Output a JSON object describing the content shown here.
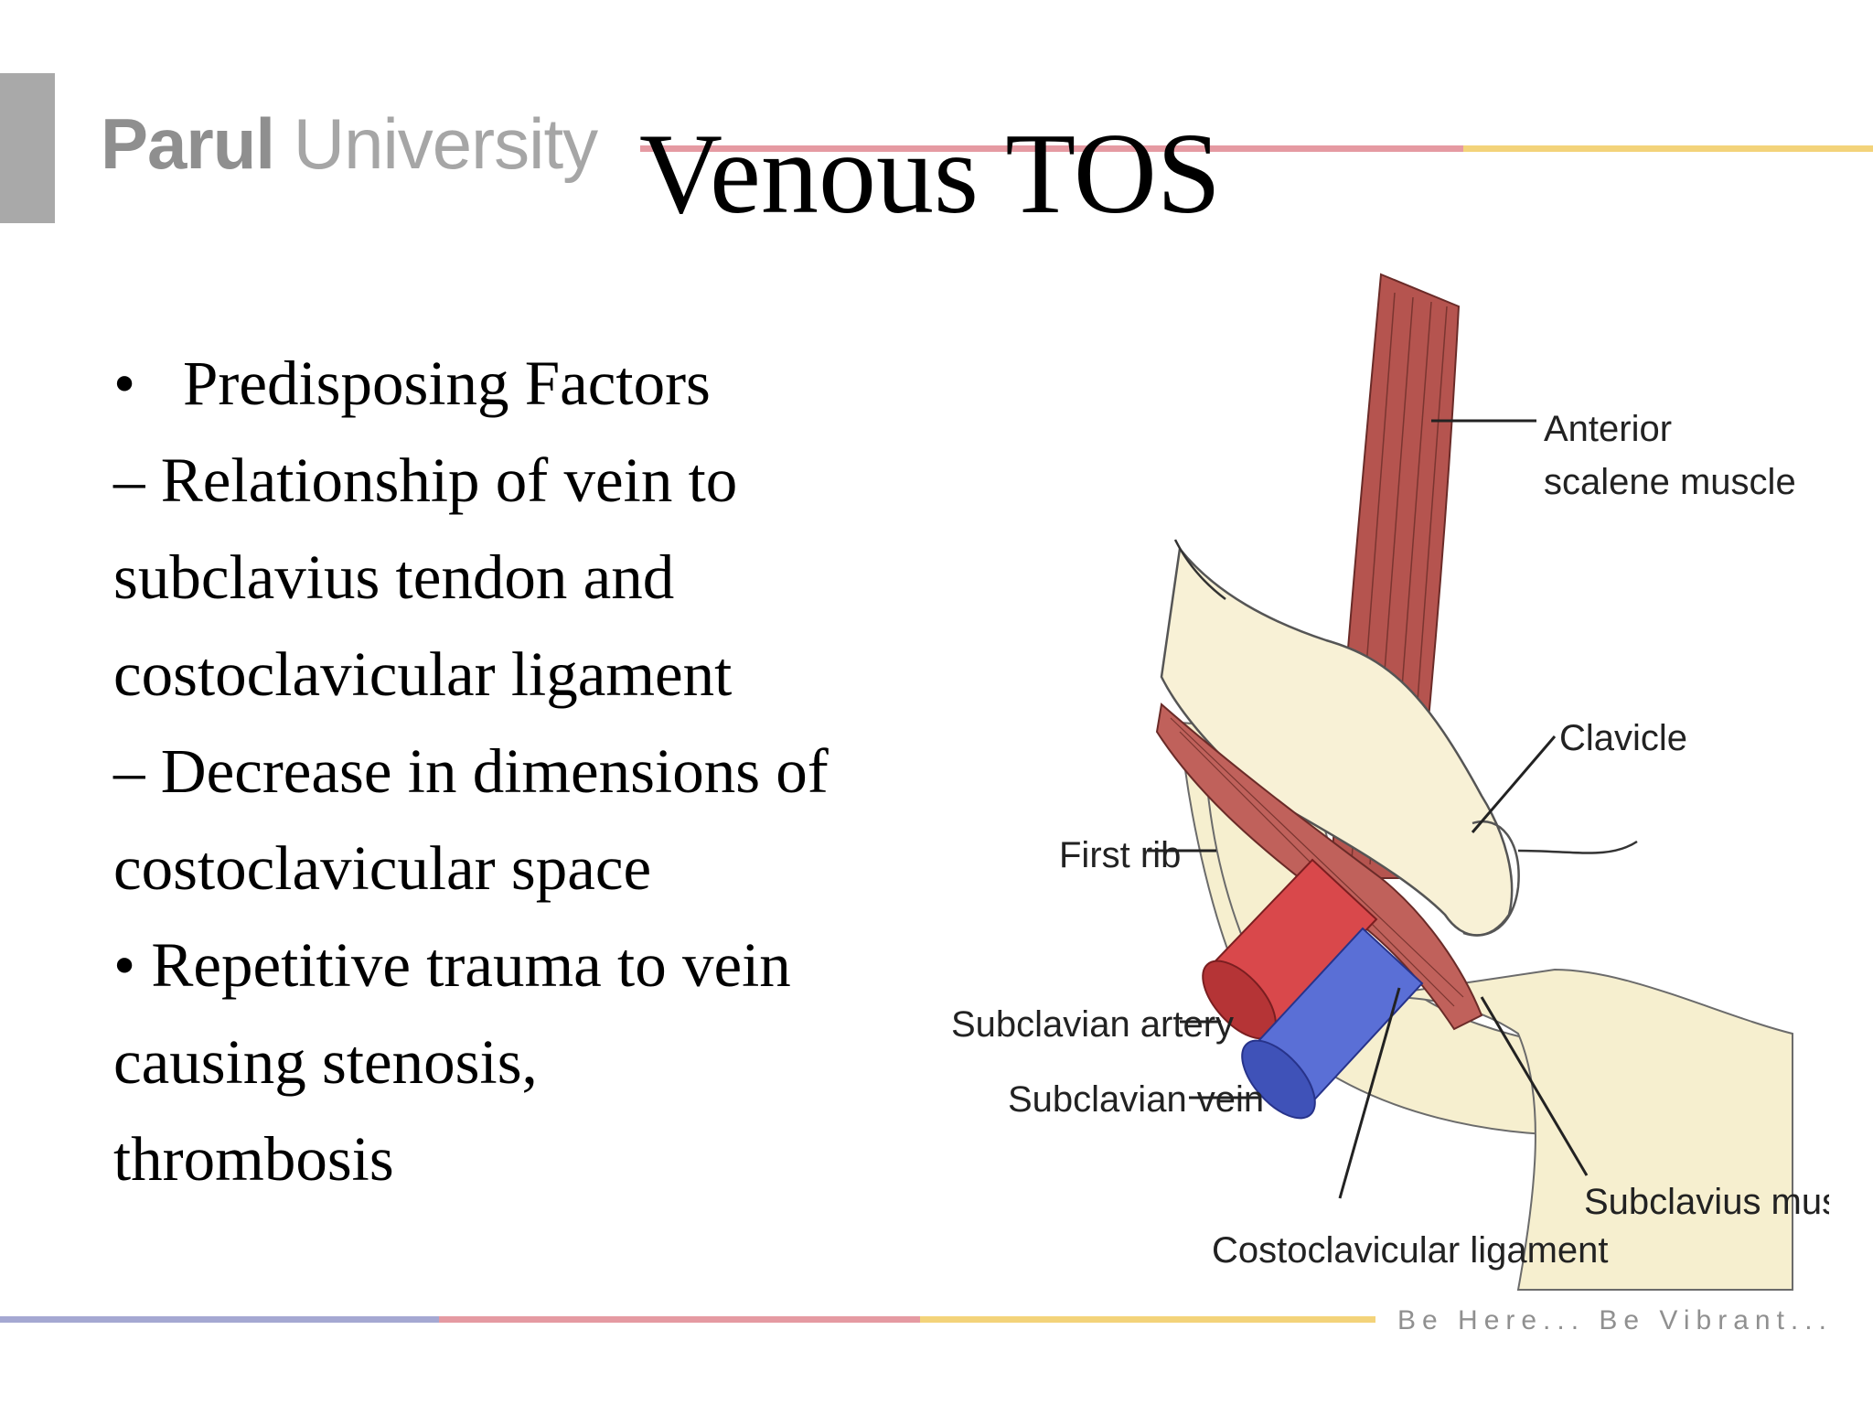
{
  "logo": {
    "bold": "Parul",
    "regular": "University"
  },
  "title": "Venous TOS",
  "bullets": [
    {
      "marker": "•",
      "text": "Predisposing Factors"
    },
    {
      "marker": "",
      "text": "– Relationship of vein to"
    },
    {
      "marker": "",
      "text": "subclavius tendon and"
    },
    {
      "marker": "",
      "text": "costoclavicular ligament"
    },
    {
      "marker": "",
      "text": "– Decrease in dimensions of"
    },
    {
      "marker": "",
      "text": "costoclavicular space"
    },
    {
      "marker": "",
      "text": "• Repetitive trauma to vein"
    },
    {
      "marker": "",
      "text": "causing stenosis,"
    },
    {
      "marker": "",
      "text": "thrombosis"
    }
  ],
  "figure": {
    "labels": {
      "anterior_scalene_1": "Anterior",
      "anterior_scalene_2": "scalene muscle",
      "clavicle": "Clavicle",
      "first_rib": "First rib",
      "subclavian_artery": "Subclavian artery",
      "subclavian_vein": "Subclavian vein",
      "costoclavicular_ligament": "Costoclavicular ligament",
      "subclavius_muscle": "Subclavius muscle"
    }
  },
  "footer": {
    "tagline": "Be Here... Be Vibrant..."
  },
  "colors": {
    "artery": "#d9484b",
    "vein": "#5a6fd6",
    "muscle": "#b5544f",
    "bone": "#f6efcf",
    "line_blue": "#a5a8d2",
    "line_red": "#e59aa2",
    "line_yellow": "#f3d37a"
  }
}
